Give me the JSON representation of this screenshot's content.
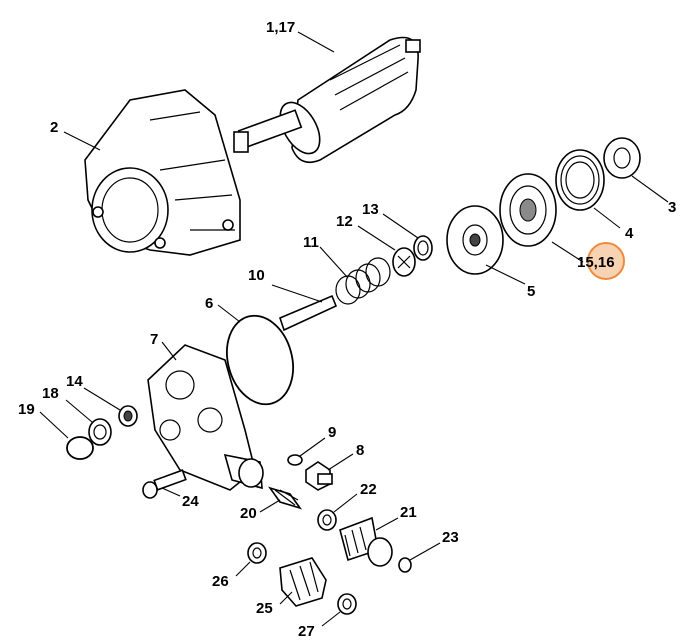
{
  "parts": [
    {
      "id": "starter-motor",
      "label": "1,17"
    },
    {
      "id": "crankcase-housing",
      "label": "2"
    },
    {
      "id": "ball-bearing",
      "label": "3"
    },
    {
      "id": "inner-ring",
      "label": "4"
    },
    {
      "id": "swashplate",
      "label": "5"
    },
    {
      "id": "o-ring-large",
      "label": "6"
    },
    {
      "id": "pump-head",
      "label": "7"
    },
    {
      "id": "hex-plug",
      "label": "8"
    },
    {
      "id": "o-ring-small",
      "label": "9"
    },
    {
      "id": "piston",
      "label": "10"
    },
    {
      "id": "compression-spring",
      "label": "11"
    },
    {
      "id": "spring-retainer",
      "label": "12"
    },
    {
      "id": "seal-ring",
      "label": "13"
    },
    {
      "id": "valve-washer",
      "label": "14"
    },
    {
      "id": "wobble-plate",
      "label": "15,16"
    },
    {
      "id": "valve-plug",
      "label": "18"
    },
    {
      "id": "o-ring-plug",
      "label": "19"
    },
    {
      "id": "fitting-bolt",
      "label": "20"
    },
    {
      "id": "outlet-nipple",
      "label": "21"
    },
    {
      "id": "washer-22",
      "label": "22"
    },
    {
      "id": "o-ring-23",
      "label": "23"
    },
    {
      "id": "cap-screw",
      "label": "24"
    },
    {
      "id": "union-nut",
      "label": "25"
    },
    {
      "id": "washer-26",
      "label": "26"
    },
    {
      "id": "washer-27",
      "label": "27"
    }
  ],
  "highlight": {
    "part": "wobble-plate",
    "color": "#ee8a3c"
  }
}
